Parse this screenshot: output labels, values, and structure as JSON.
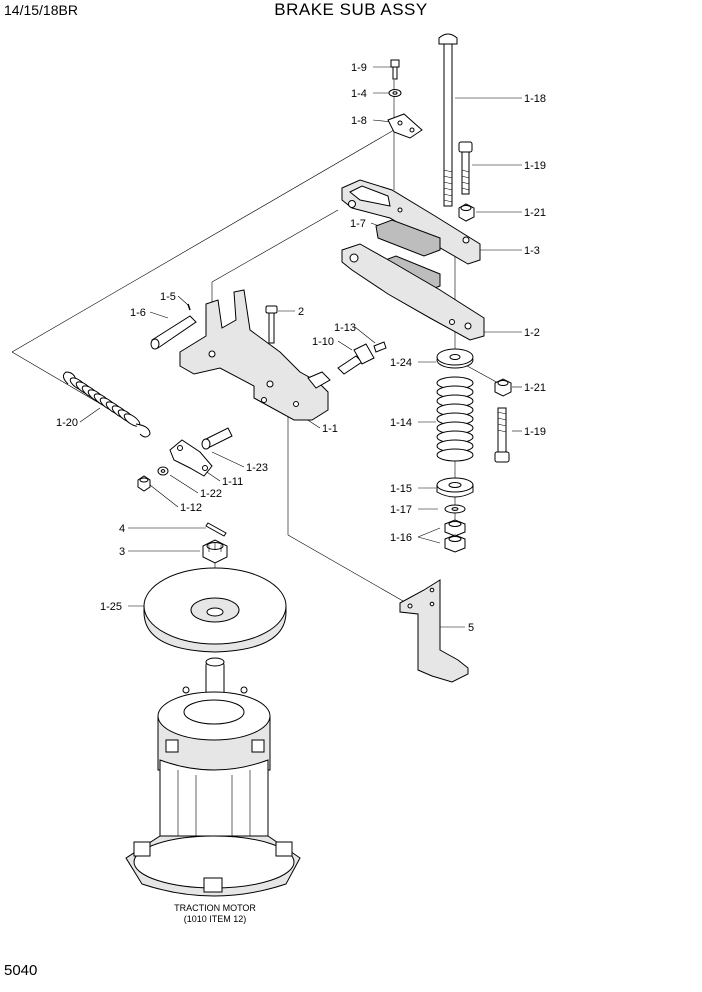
{
  "header": {
    "model": "14/15/18BR",
    "title": "BRAKE SUB ASSY"
  },
  "footer": {
    "page_number": "5040"
  },
  "motor_label": {
    "line1": "TRACTION MOTOR",
    "line2": "(1010 ITEM 12)"
  },
  "callouts": [
    "1-9",
    "1-4",
    "1-8",
    "1-18",
    "1-19",
    "1-21",
    "1-7",
    "1-3",
    "1-5",
    "1-6",
    "2",
    "1-13",
    "1-10",
    "1-2",
    "1-24",
    "1-21",
    "1-14",
    "1-19",
    "1-1",
    "1-20",
    "1-23",
    "1-11",
    "1-22",
    "1-12",
    "1-15",
    "1-17",
    "1-16",
    "4",
    "3",
    "1-25",
    "5"
  ]
}
